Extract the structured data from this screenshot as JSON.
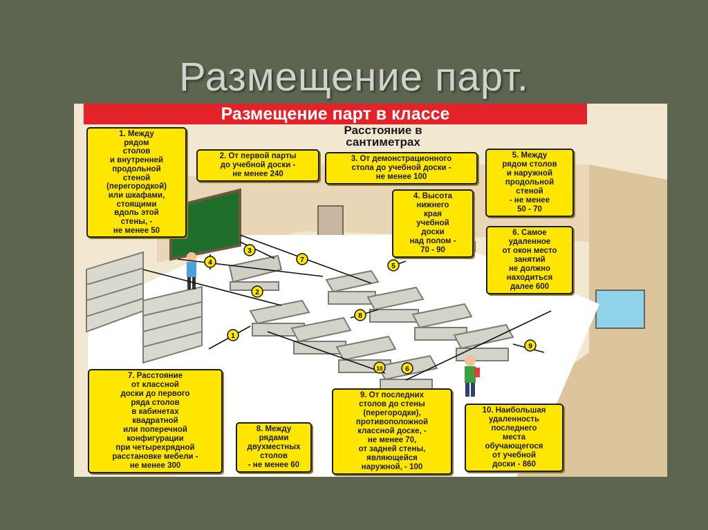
{
  "slide": {
    "title": "Размещение парт."
  },
  "poster": {
    "banner": "Размещение парт в классе",
    "subtitle_lines": [
      "Расстояние",
      "в сантиметрах"
    ]
  },
  "markers": [
    "1",
    "2",
    "3",
    "4",
    "5",
    "6",
    "7",
    "8",
    "9",
    "10"
  ],
  "callouts": [
    {
      "id": "1",
      "lines": [
        "1. Между",
        "рядом",
        "столов",
        "и внутренней",
        "продольной",
        "стеной",
        "(перегородкой)",
        "или шкафами,",
        "стоящими",
        "вдоль этой",
        "стены, -",
        "не менее 50"
      ]
    },
    {
      "id": "2",
      "lines": [
        "2. От первой парты",
        "до учебной доски -",
        "не менее 240"
      ]
    },
    {
      "id": "3",
      "lines": [
        "3. От демонстрационного",
        "стола до учебной доски -",
        "не менее 100"
      ]
    },
    {
      "id": "4",
      "lines": [
        "4. Высота",
        "нижнего",
        "края",
        "учебной",
        "доски",
        "над полом -",
        "70 - 90"
      ]
    },
    {
      "id": "5",
      "lines": [
        "5. Между",
        "рядом столов",
        "и наружной",
        "продольной",
        "стеной",
        "- не менее",
        "50 - 70"
      ]
    },
    {
      "id": "6",
      "lines": [
        "6. Самое",
        "удаленное",
        "от окон место",
        "занятий",
        "не должно",
        "находиться",
        "далее 600"
      ]
    },
    {
      "id": "7",
      "lines": [
        "7. Расстояние",
        "от классной",
        "доски до первого",
        "ряда столов",
        "в кабинетах",
        "квадратной",
        "или поперечной",
        "конфигурации",
        "при четырехрядной",
        "расстановке мебели -",
        "не менее 300"
      ]
    },
    {
      "id": "8",
      "lines": [
        "8. Между",
        "рядами",
        "двухместных",
        "столов",
        "- не менее 60"
      ]
    },
    {
      "id": "9",
      "lines": [
        "9. От последних",
        "столов до стены",
        "(перегородки),",
        "противоположной",
        "классной доске, -",
        "не менее 70,",
        "от задней стены,",
        "являющейся",
        "наружной, - 100"
      ]
    },
    {
      "id": "10",
      "lines": [
        "10. Наибольшая",
        "удаленность",
        "последнего",
        "места",
        "обучающегося",
        "от учебной",
        "доски - 860"
      ]
    }
  ]
}
